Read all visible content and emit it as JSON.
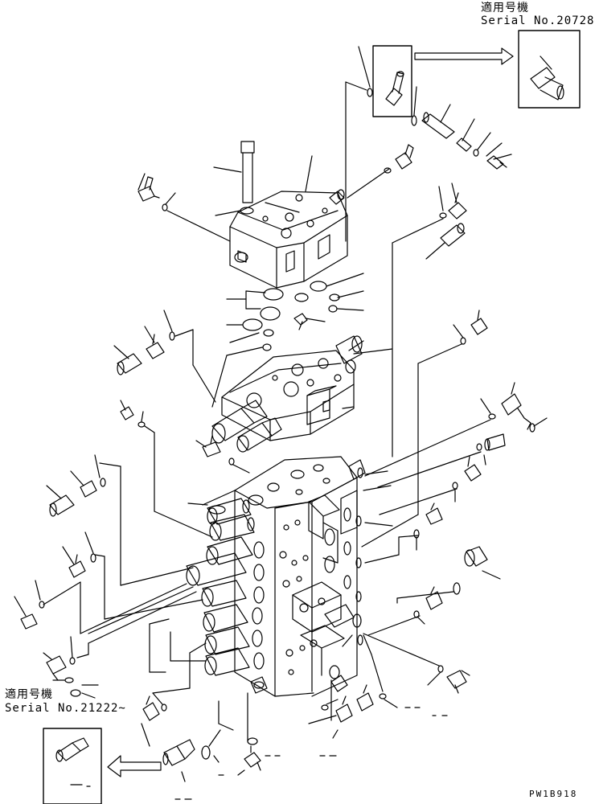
{
  "callouts": {
    "top_right": {
      "applicable_label": "適用号機",
      "serial": "Serial No.20728~"
    },
    "bottom_left": {
      "applicable_label": "適用号機",
      "serial": "Serial No.21222~"
    }
  },
  "figure_code": "PW1B918",
  "stroke_color": "#000000",
  "background_color": "#ffffff"
}
